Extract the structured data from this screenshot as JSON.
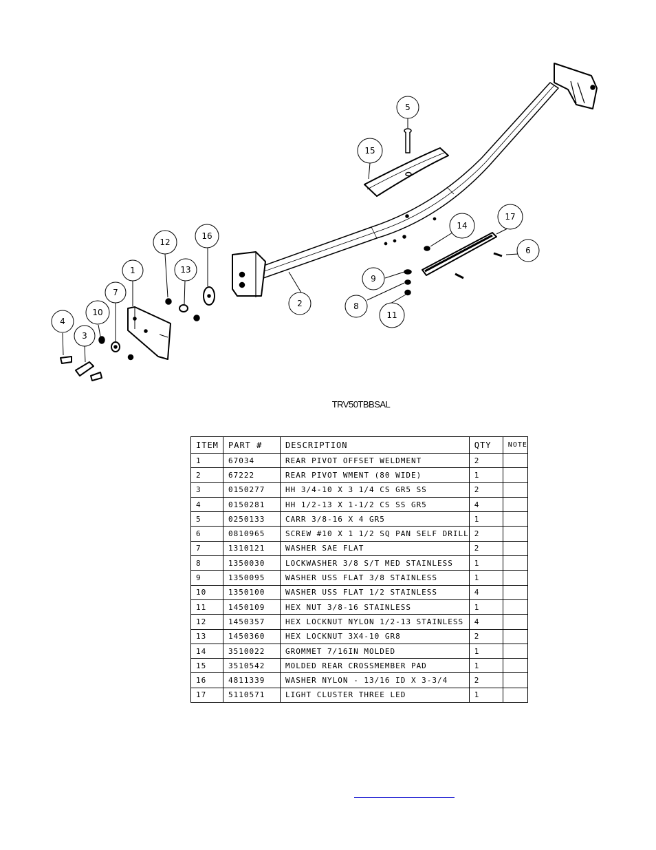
{
  "drawing_title": "TRV50TBBSAL",
  "callouts": [
    {
      "id": "c1",
      "label": "1"
    },
    {
      "id": "c2",
      "label": "2"
    },
    {
      "id": "c3",
      "label": "3"
    },
    {
      "id": "c4",
      "label": "4"
    },
    {
      "id": "c5",
      "label": "5"
    },
    {
      "id": "c6",
      "label": "6"
    },
    {
      "id": "c7",
      "label": "7"
    },
    {
      "id": "c8",
      "label": "8"
    },
    {
      "id": "c9",
      "label": "9"
    },
    {
      "id": "c10",
      "label": "10"
    },
    {
      "id": "c11",
      "label": "11"
    },
    {
      "id": "c12",
      "label": "12"
    },
    {
      "id": "c13",
      "label": "13"
    },
    {
      "id": "c14",
      "label": "14"
    },
    {
      "id": "c15",
      "label": "15"
    },
    {
      "id": "c16",
      "label": "16"
    },
    {
      "id": "c17",
      "label": "17"
    }
  ],
  "bom": {
    "headers": [
      "ITEM",
      "PART #",
      "DESCRIPTION",
      "QTY",
      "NOTE"
    ],
    "rows": [
      [
        "1",
        "67034",
        "REAR PIVOT OFFSET WELDMENT",
        "2",
        ""
      ],
      [
        "2",
        "67222",
        "REAR PIVOT WMENT (80 WIDE)",
        "1",
        ""
      ],
      [
        "3",
        "0150277",
        "HH 3/4-10 X 3 1/4 CS GR5 SS",
        "2",
        ""
      ],
      [
        "4",
        "0150281",
        "HH 1/2-13 X 1-1/2 CS SS GR5",
        "4",
        ""
      ],
      [
        "5",
        "0250133",
        "CARR 3/8-16 X 4 GR5",
        "1",
        ""
      ],
      [
        "6",
        "0810965",
        "SCREW #10 X 1 1/2 SQ PAN SELF DRILL",
        "2",
        ""
      ],
      [
        "7",
        "1310121",
        "WASHER SAE FLAT",
        "2",
        ""
      ],
      [
        "8",
        "1350030",
        "LOCKWASHER 3/8 S/T MED STAINLESS",
        "1",
        ""
      ],
      [
        "9",
        "1350095",
        "WASHER USS FLAT 3/8 STAINLESS",
        "1",
        ""
      ],
      [
        "10",
        "1350100",
        "WASHER USS FLAT 1/2 STAINLESS",
        "4",
        ""
      ],
      [
        "11",
        "1450109",
        "HEX NUT 3/8-16 STAINLESS",
        "1",
        ""
      ],
      [
        "12",
        "1450357",
        "HEX LOCKNUT NYLON 1/2-13 STAINLESS",
        "4",
        ""
      ],
      [
        "13",
        "1450360",
        "HEX LOCKNUT 3X4-10 GR8",
        "2",
        ""
      ],
      [
        "14",
        "3510022",
        "GROMMET  7/16IN MOLDED",
        "1",
        ""
      ],
      [
        "15",
        "3510542",
        "MOLDED REAR CROSSMEMBER PAD",
        "1",
        ""
      ],
      [
        "16",
        "4811339",
        "WASHER NYLON - 13/16 ID X 3-3/4",
        "2",
        ""
      ],
      [
        "17",
        "5110571",
        "LIGHT CLUSTER THREE LED",
        "1",
        ""
      ]
    ]
  }
}
